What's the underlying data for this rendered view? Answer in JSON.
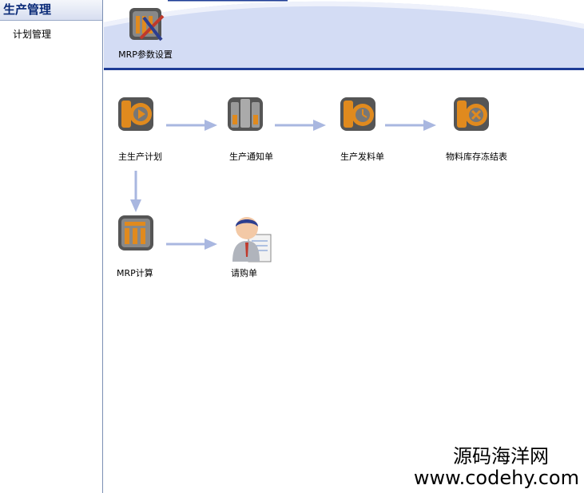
{
  "sidebar": {
    "title": "生产管理",
    "items": [
      {
        "label": "计划管理"
      }
    ]
  },
  "banner": {
    "settings_label": "MRP参数设置",
    "accent": "#1e3c96"
  },
  "workflow": {
    "nodes": [
      {
        "label": "主生产计划",
        "icon": "play-gear-icon"
      },
      {
        "label": "生产通知单",
        "icon": "notification-gear-icon"
      },
      {
        "label": "生产发料单",
        "icon": "clock-gear-icon"
      },
      {
        "label": "物料库存冻结表",
        "icon": "x-gear-icon"
      },
      {
        "label": "MRP计算",
        "icon": "calculator-gear-icon"
      },
      {
        "label": "请购单",
        "icon": "user-document-icon"
      }
    ]
  },
  "watermark": {
    "cn": "源码海洋网",
    "url": "www.codehy.com"
  }
}
